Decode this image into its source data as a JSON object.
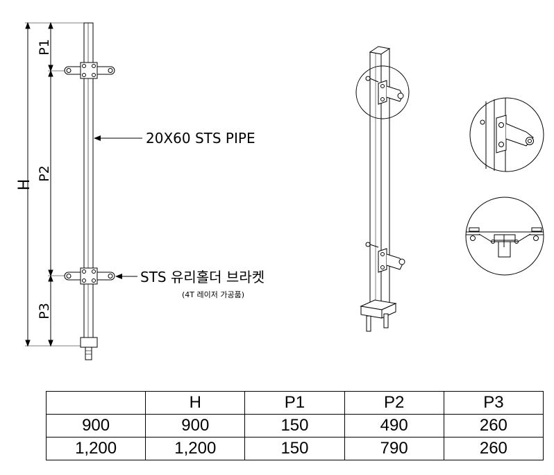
{
  "drawing": {
    "dims": {
      "h": "H",
      "p1": "P1",
      "p2": "P2",
      "p3": "P3"
    },
    "callout_pipe": "20X60 STS PIPE",
    "callout_bracket": "STS 유리홀더 브라켓",
    "callout_bracket_note": "(4T 레이저 가공품)"
  },
  "table": {
    "header": [
      "",
      "H",
      "P1",
      "P2",
      "P3"
    ],
    "rows": [
      [
        "900",
        "900",
        "150",
        "490",
        "260"
      ],
      [
        "1,200",
        "1,200",
        "150",
        "790",
        "260"
      ]
    ]
  }
}
